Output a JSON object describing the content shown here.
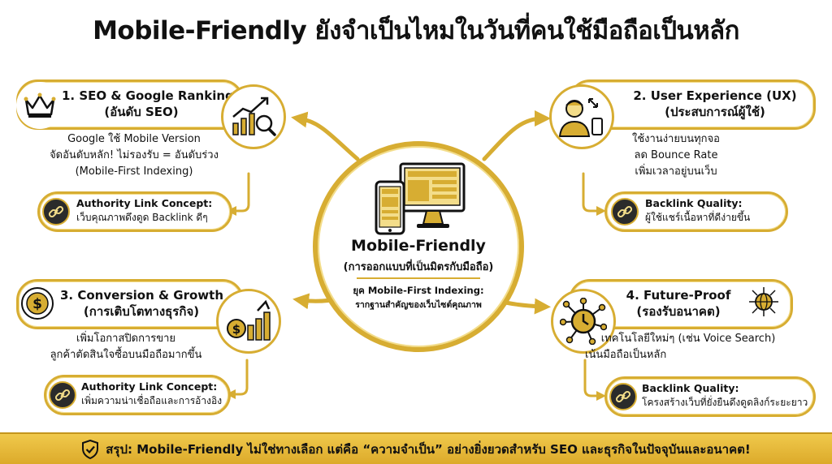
{
  "title": "Mobile-Friendly ยังจำเป็นไหมในวันที่คนใช้มือถือเป็นหลัก",
  "colors": {
    "gold": "#d7ad32",
    "gold_light": "#f3dd8a",
    "dark": "#2b2b2b",
    "footer_gold": "#e5b83a"
  },
  "center": {
    "title": "Mobile-Friendly",
    "subtitle": "(การออกแบบที่เป็นมิตรกับมือถือ)",
    "era_line1": "ยุค Mobile-First Indexing:",
    "era_line2": "รากฐานสำคัญของเว็บไซต์คุณภาพ",
    "icon": "devices-icon"
  },
  "sections": {
    "seo": {
      "title_line1": "1. SEO & Google Ranking",
      "title_line2": "(อันดับ SEO)",
      "icon": "crown-icon",
      "side_icon": "growth-chart-magnifier-icon",
      "desc_line1": "Google ใช้ Mobile Version",
      "desc_line2": "จัดอันดับหลัก! ไม่รองรับ = อันดับร่วง",
      "desc_line3": "(Mobile-First Indexing)",
      "sub_title": "Authority Link Concept:",
      "sub_text": "เว็บคุณภาพดึงดูด Backlink ดีๆ"
    },
    "ux": {
      "title_line1": "2. User Experience (UX)",
      "title_line2": "(ประสบการณ์ผู้ใช้)",
      "icon": "user-phone-icon",
      "desc_line1": "ใช้งานง่ายบนทุกจอ",
      "desc_line2": "ลด Bounce Rate",
      "desc_line3": "เพิ่มเวลาอยู่บนเว็บ",
      "sub_title": "Backlink Quality:",
      "sub_text": "ผู้ใช้แชร์เนื้อหาที่ดีง่ายขึ้น"
    },
    "conversion": {
      "title_line1": "3. Conversion & Growth",
      "title_line2": "(การเติบโตทางธุรกิจ)",
      "icon": "dollar-coin-icon",
      "side_icon": "coin-growth-bars-icon",
      "desc_line1": "เพิ่มโอกาสปิดการขาย",
      "desc_line2": "ลูกค้าตัดสินใจซื้อบนมือถือมากขึ้น",
      "sub_title": "Authority Link Concept:",
      "sub_text": "เพิ่มความน่าเชื่อถือและการอ้างอิง"
    },
    "future": {
      "title_line1": "4. Future-Proof",
      "title_line2": "(รองรับอนาคต)",
      "icon": "clock-network-icon",
      "side_icon": "globe-network-icon",
      "desc_line1": "เทคโนโลยีใหม่ๆ (เช่น Voice Search)",
      "desc_line2": "เน้นมือถือเป็นหลัก",
      "sub_title": "Backlink Quality:",
      "sub_text": "โครงสร้างเว็บที่ยั่งยืนดึงดูดลิงก์ระยะยาว"
    }
  },
  "footer": {
    "icon": "shield-check-icon",
    "text": "สรุป: Mobile-Friendly ไม่ใช่ทางเลือก แต่คือ “ความจำเป็น” อย่างยิ่งยวดสำหรับ SEO และธุรกิจในปัจจุบันและอนาคต!"
  }
}
